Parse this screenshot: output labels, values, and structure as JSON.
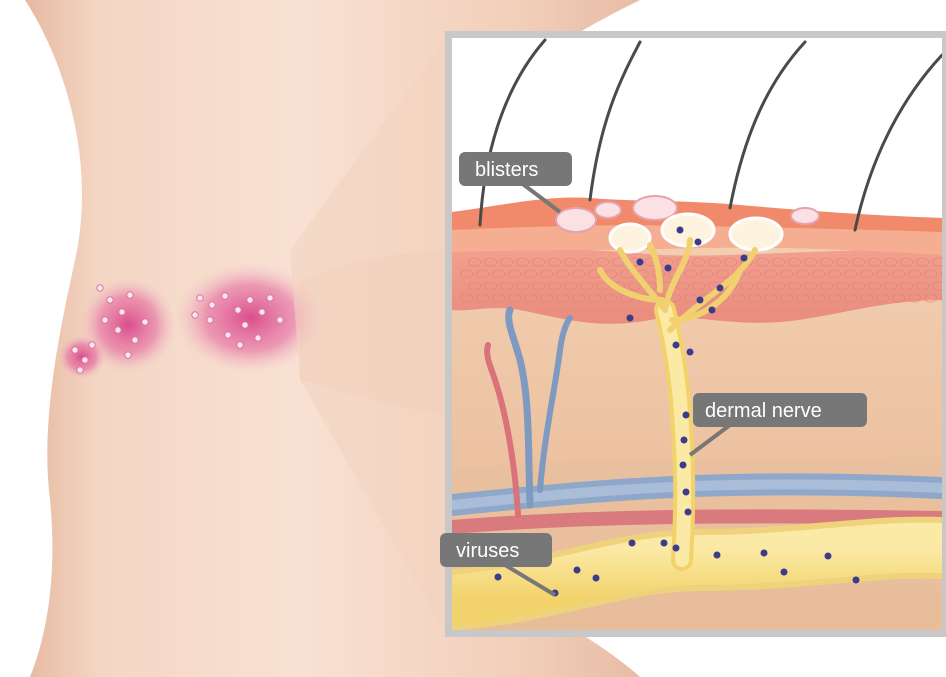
{
  "labels": {
    "blisters": "blisters",
    "dermal_nerve": "dermal nerve",
    "viruses": "viruses"
  },
  "colors": {
    "skin_light": "#f6dccb",
    "skin_mid": "#efc6ad",
    "rash": "#e0609a",
    "frame": "#c8c8c8",
    "label_bg": "#777777",
    "nerve": "#f6e08a",
    "vein": "#7f9ac0",
    "artery": "#d9727a",
    "virus": "#3c3c8c"
  }
}
